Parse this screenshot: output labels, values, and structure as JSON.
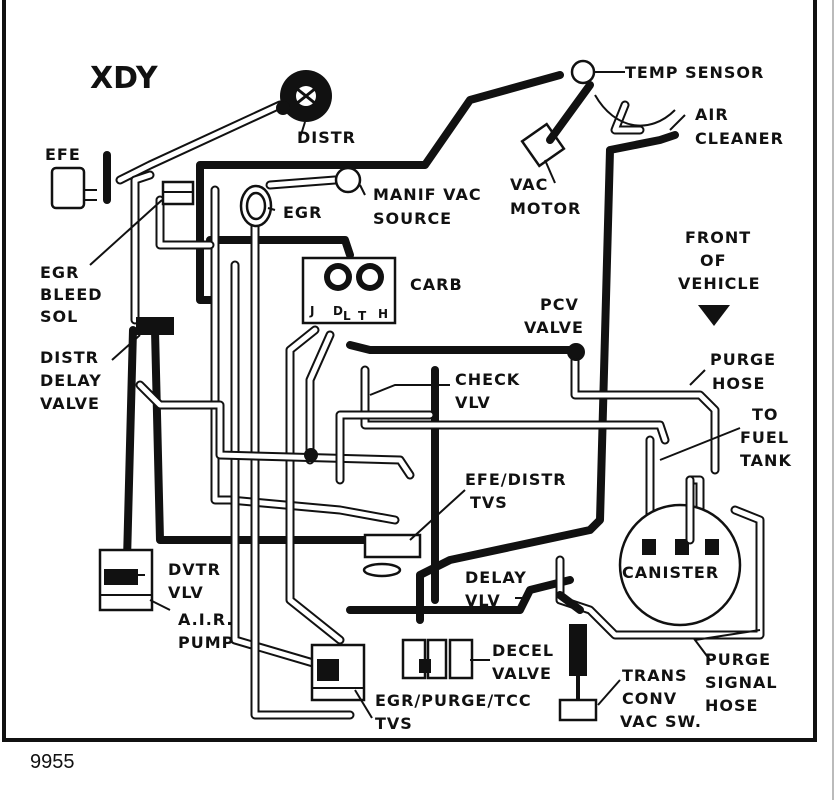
{
  "diagram": {
    "title": "XDY",
    "figure_number": "9955",
    "labels": {
      "efe": "EFE",
      "distr": "DISTR",
      "temp_sensor": "TEMP SENSOR",
      "air_cleaner_1": "AIR",
      "air_cleaner_2": "CLEANER",
      "egr": "EGR",
      "manif_vac_source_1": "MANIF VAC",
      "manif_vac_source_2": "SOURCE",
      "vac_motor_1": "VAC",
      "vac_motor_2": "MOTOR",
      "egr_bleed_sol_1": "EGR",
      "egr_bleed_sol_2": "BLEED",
      "egr_bleed_sol_3": "SOL",
      "carb": "CARB",
      "front_of_vehicle_1": "FRONT",
      "front_of_vehicle_2": "OF",
      "front_of_vehicle_3": "VEHICLE",
      "pcv_valve_1": "PCV",
      "pcv_valve_2": "VALVE",
      "distr_delay_valve_1": "DISTR",
      "distr_delay_valve_2": "DELAY",
      "distr_delay_valve_3": "VALVE",
      "check_vlv_1": "CHECK",
      "check_vlv_2": "VLV",
      "purge_hose_1": "PURGE",
      "purge_hose_2": "HOSE",
      "to_fuel_tank_1": "TO",
      "to_fuel_tank_2": "FUEL",
      "to_fuel_tank_3": "TANK",
      "efe_distr_tvs_1": "EFE/DISTR",
      "efe_distr_tvs_2": "TVS",
      "canister": "CANISTER",
      "dvtr_vlv_1": "DVTR",
      "dvtr_vlv_2": "VLV",
      "delay_vlv_1": "DELAY",
      "delay_vlv_2": "VLV",
      "air_pump_1": "A.I.R.",
      "air_pump_2": "PUMP",
      "decel_valve_1": "DECEL",
      "decel_valve_2": "VALVE",
      "purge_signal_hose_1": "PURGE",
      "purge_signal_hose_2": "SIGNAL",
      "purge_signal_hose_3": "HOSE",
      "trans_conv_vac_sw_1": "TRANS",
      "trans_conv_vac_sw_2": "CONV",
      "trans_conv_vac_sw_3": "VAC SW.",
      "egr_purge_tcc_tvs_1": "EGR/PURGE/TCC",
      "egr_purge_tcc_tvs_2": "TVS",
      "carb_port_j": "J",
      "carb_port_d": "D",
      "carb_port_l": "L",
      "carb_port_t": "T",
      "carb_port_h": "H"
    }
  }
}
